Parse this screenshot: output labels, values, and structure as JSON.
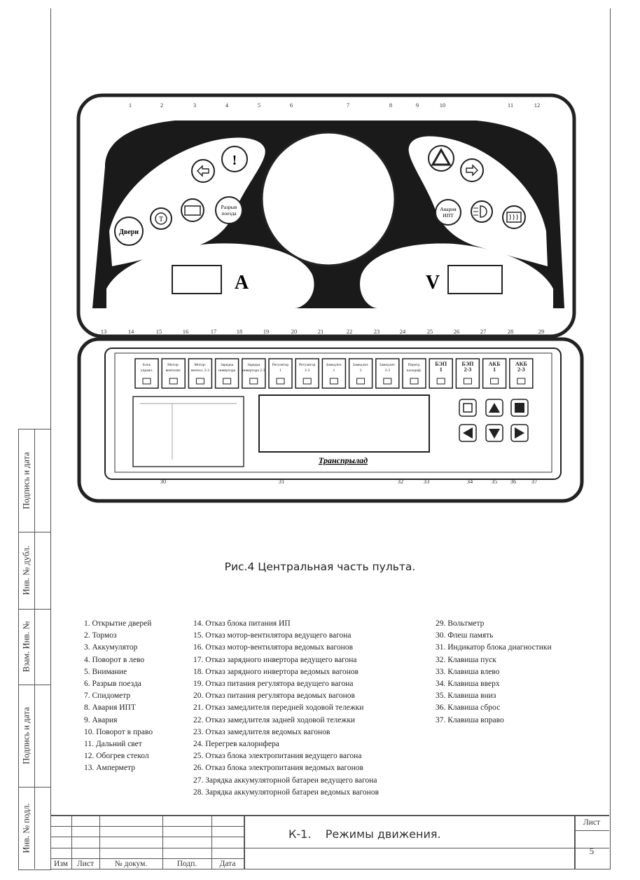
{
  "top_numbers": [
    {
      "n": "1"
    },
    {
      "n": "2"
    },
    {
      "n": "3"
    },
    {
      "n": "4"
    },
    {
      "n": "5"
    },
    {
      "n": "6"
    },
    {
      "n": "7"
    },
    {
      "n": "8"
    },
    {
      "n": "9"
    },
    {
      "n": "10"
    },
    {
      "n": "11"
    },
    {
      "n": "12"
    }
  ],
  "mid_numbers": [
    {
      "n": "13"
    },
    {
      "n": "14"
    },
    {
      "n": "15"
    },
    {
      "n": "16"
    },
    {
      "n": "17"
    },
    {
      "n": "18"
    },
    {
      "n": "19"
    },
    {
      "n": "20"
    },
    {
      "n": "21"
    },
    {
      "n": "22"
    },
    {
      "n": "23"
    },
    {
      "n": "24"
    },
    {
      "n": "25"
    },
    {
      "n": "26"
    },
    {
      "n": "27"
    },
    {
      "n": "28"
    },
    {
      "n": "29"
    }
  ],
  "bottom_numbers": [
    {
      "n": "30"
    },
    {
      "n": "31"
    },
    {
      "n": "32"
    },
    {
      "n": "33"
    },
    {
      "n": "34"
    },
    {
      "n": "35"
    },
    {
      "n": "36"
    },
    {
      "n": "37"
    }
  ],
  "console": {
    "doors_label": "Двери",
    "train_break_label": [
      "Разрыв",
      "поезда"
    ],
    "ipt_fault_label": [
      "Авария",
      "ИПТ"
    ],
    "ammeter_label": "A",
    "voltmeter_label": "V",
    "brand": "Транспрылад",
    "modules": [
      [
        "Блок",
        "управл."
      ],
      [
        "Мотор-",
        "вентилят."
      ],
      [
        "Мотор-",
        "вентил. 2-3"
      ],
      [
        "Зарядка",
        "инвертора"
      ],
      [
        "Зарядка",
        "инвертора 2-3"
      ],
      [
        "Регулятор",
        "1"
      ],
      [
        "Регулятор",
        "2-3"
      ],
      [
        "Замедлит.",
        "1"
      ],
      [
        "Замедлит.",
        "2"
      ],
      [
        "Замедлит.",
        "2-3"
      ],
      [
        "Перегр.",
        "калориф."
      ],
      [
        "БЭП",
        "1"
      ],
      [
        "БЭП",
        "2-3"
      ],
      [
        "АКБ",
        "1"
      ],
      [
        "АКБ",
        "2-3"
      ]
    ]
  },
  "caption": "Рис.4 Центральная часть пульта.",
  "legend": {
    "col1": [
      "1. Открытие дверей",
      "2. Тормоз",
      "3. Аккумулятор",
      "4. Поворот в лево",
      "5. Внимание",
      "6. Разрыв поезда",
      "7. Спидометр",
      "8. Авария ИПТ",
      "9. Авария",
      "10. Поворот в право",
      "11. Дальний свет",
      "12. Обогрев стекол",
      "13. Амперметр"
    ],
    "col2": [
      "14. Отказ блока питания ИП",
      "15. Отказ мотор-вентилятора ведущего вагона",
      "16. Отказ мотор-вентилятора ведомых вагонов",
      "17. Отказ зарядного инвертора ведущего вагона",
      "18. Отказ зарядного инвертора ведомых вагонов",
      "19. Отказ питания регулятора ведущего вагона",
      "20. Отказ питания регулятора ведомых вагонов",
      "21. Отказ замедлителя передней ходовой тележки",
      "22. Отказ замедлителя задней ходовой тележки",
      "23. Отказ замедлителя ведомых вагонов",
      "24. Перегрев калорифера",
      "25. Отказ блока электропитания ведущего вагона",
      "26. Отказ блока электропитания ведомых вагонов",
      "27. Зарядка аккумуляторной батареи ведущего вагона",
      "28. Зарядка аккумуляторной батареи ведомых вагонов"
    ],
    "col3": [
      "29. Вольтметр",
      "30. Флеш память",
      "31. Индикатор блока диагностики",
      "32. Клавиша пуск",
      "33. Клавиша влево",
      "34. Клавиша вверх",
      "35. Клавиша вниз",
      "36. Клавиша сброс",
      "37. Клавиша вправо"
    ]
  },
  "side_stamp": [
    "Подпись и дата",
    "Инв. № дубл.",
    "Взам. Инв. №",
    "Подпись и дата",
    "Инв. № подл."
  ],
  "title_block": {
    "doc_title": "К-1.    Режимы движения.",
    "sheet_label": "Лист",
    "sheet_number": "5",
    "cols": [
      "Изм",
      "Лист",
      "№  докум.",
      "Подп.",
      "Дата"
    ]
  }
}
